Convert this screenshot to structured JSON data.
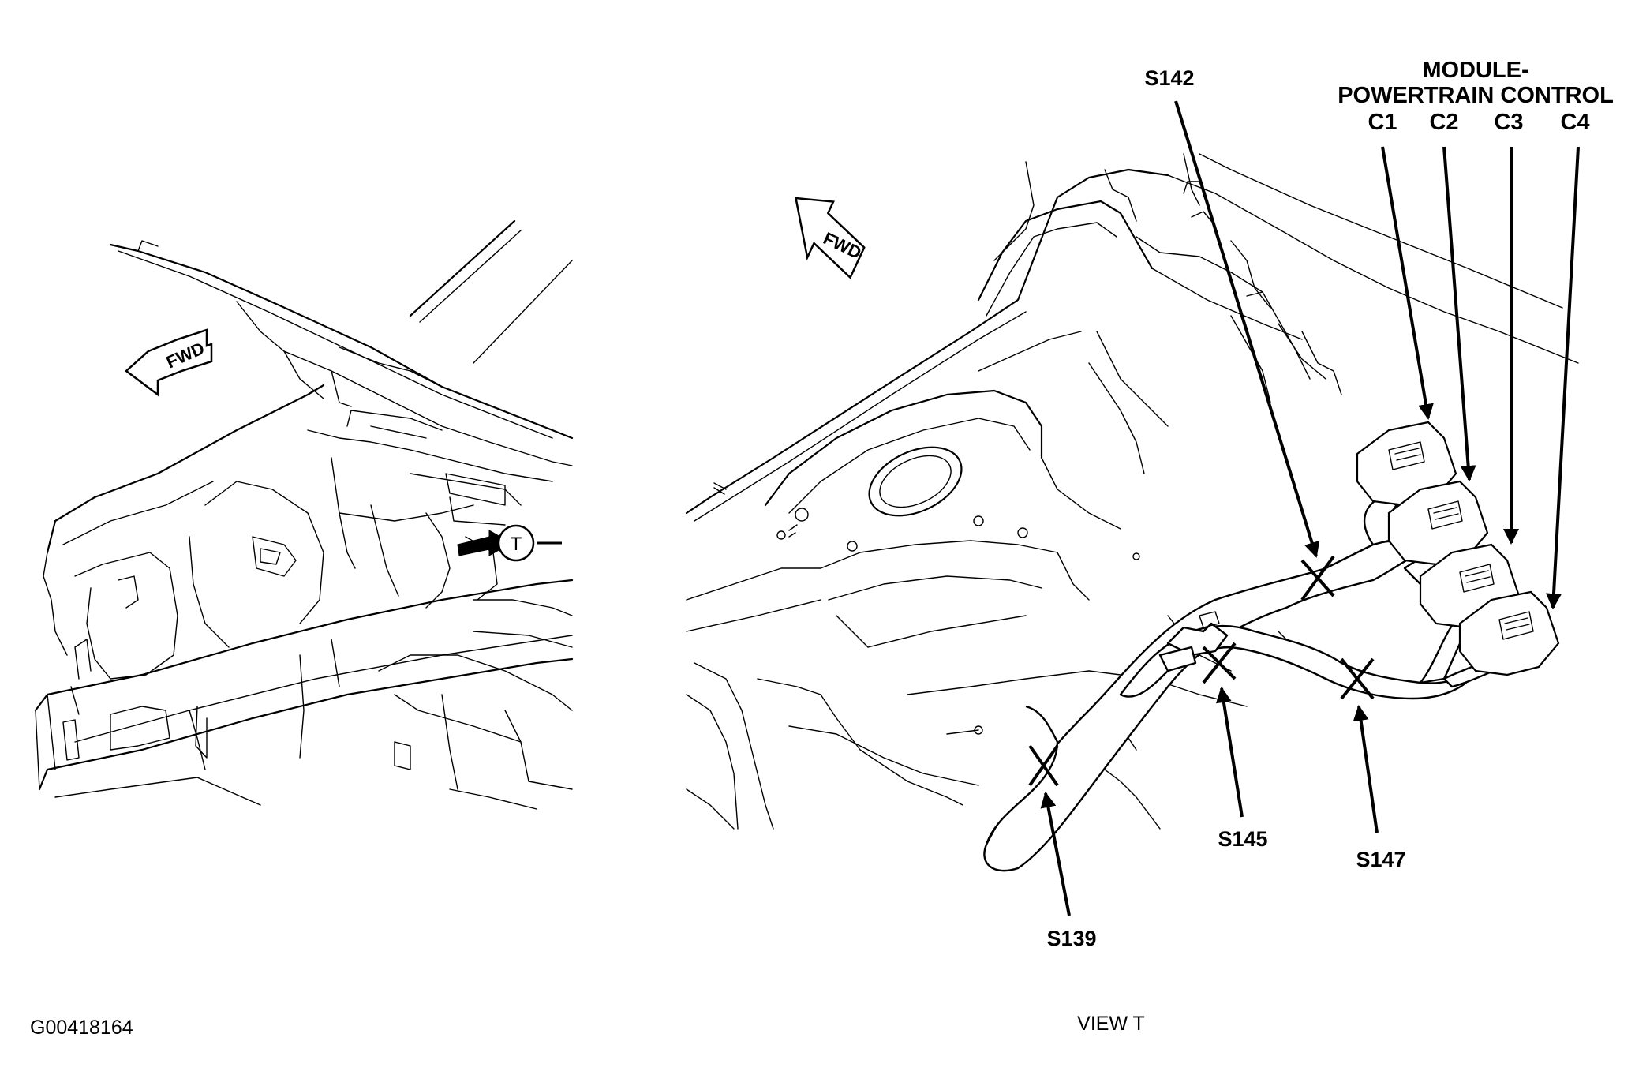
{
  "figure_id": "G00418164",
  "view_label": "VIEW T",
  "locator_callout": "T",
  "fwd_label": "FWD",
  "module": {
    "line1": "MODULE-",
    "line2": "POWERTRAIN CONTROL",
    "connectors": [
      "C1",
      "C2",
      "C3",
      "C4"
    ]
  },
  "splices": {
    "s142": "S142",
    "s145": "S145",
    "s147": "S147",
    "s139": "S139"
  }
}
